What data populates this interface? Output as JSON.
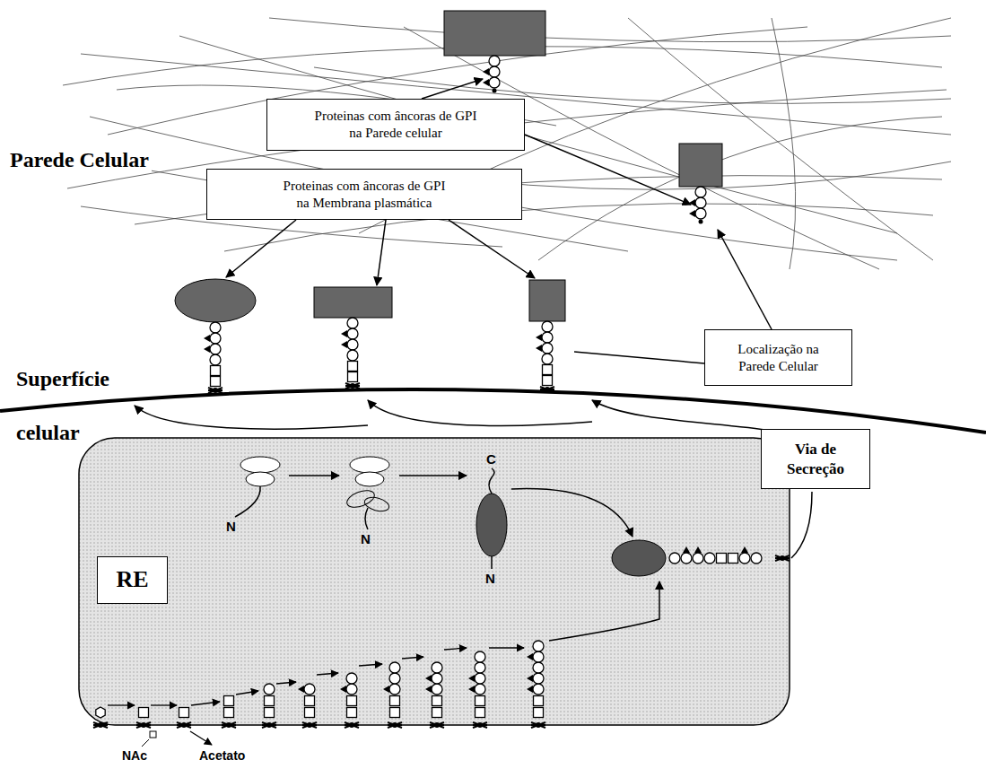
{
  "diagram": {
    "nodes": [
      {
        "text": [
          "Proteinas com âncoras de GPI na Parede celular"
        ]
      },
      {
        "text": [
          "Proteinas com âncoras de GPI na Membrana plasmática"
        ]
      },
      {
        "text": [
          "Localização na Parede Celular"
        ]
      },
      {
        "text": [
          "Via de Secreção"
        ]
      },
      {
        "text": [
          "RE"
        ]
      }
    ],
    "labels": [
      "Parede Celular",
      "Superfície celular",
      "N",
      "N",
      "C",
      "N",
      "NAc",
      "Acetato"
    ]
  }
}
